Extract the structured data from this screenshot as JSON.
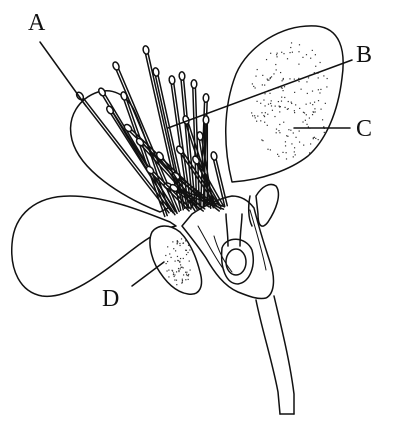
{
  "diagram": {
    "labels": {
      "A": "A",
      "B": "B",
      "C": "C",
      "D": "D"
    },
    "colors": {
      "ink": "#111111",
      "background": "#ffffff"
    }
  }
}
